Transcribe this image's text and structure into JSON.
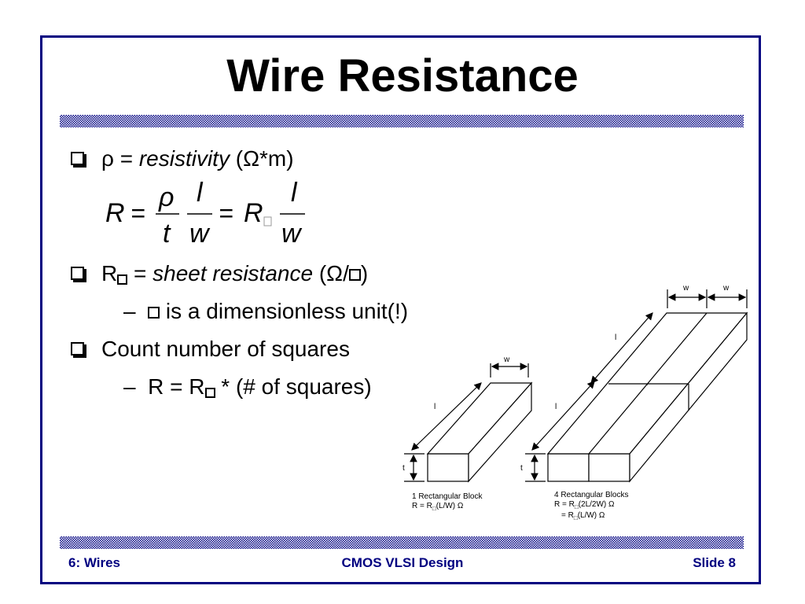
{
  "slide": {
    "title": "Wire Resistance",
    "bullets": [
      {
        "prefix": "ρ = ",
        "italic": "resistivity",
        "suffix": " (Ω*m)"
      },
      {
        "prefix": "R",
        "mid": " = ",
        "italic": "sheet resistance",
        "suffix_a": " (Ω/",
        "suffix_b": ")"
      },
      {
        "text": "is a dimensionless unit(!)"
      },
      {
        "text": "Count number of squares"
      },
      {
        "prefix": "R = R",
        "suffix": " * (# of squares)"
      }
    ],
    "dash": "–",
    "formula": {
      "R": "R",
      "eq": "=",
      "rho": "ρ",
      "t": "t",
      "l": "l",
      "w": "w",
      "Rsq": "R",
      "sq": "□"
    }
  },
  "diagram": {
    "dim_w": "w",
    "dim_l": "l",
    "dim_t": "t",
    "caption1_line1": "1 Rectangular Block",
    "caption1_line2": "R = R",
    "caption1_line2b": "(L/W)  Ω",
    "caption2_line1": "4 Rectangular Blocks",
    "caption2_line2": "R = R",
    "caption2_line2b": "(2L/2W) Ω",
    "caption2_line3": "= R",
    "caption2_line3b": "(L/W)  Ω",
    "sub": "□"
  },
  "footer": {
    "left": "6: Wires",
    "center": "CMOS VLSI Design",
    "right": "Slide 8"
  }
}
